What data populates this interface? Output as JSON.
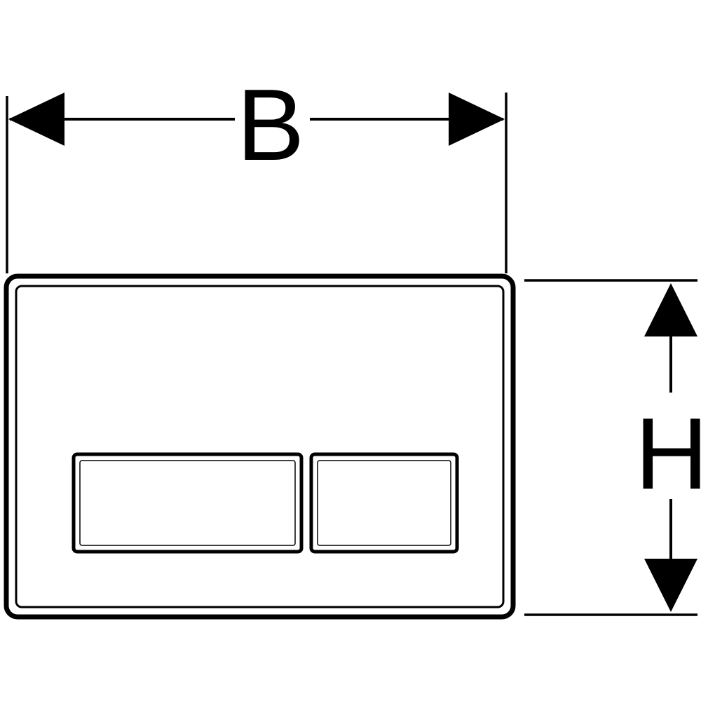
{
  "figure": {
    "type": "technical dimension drawing",
    "subject": "dual-flush actuator plate, front view, with width and height dimensions",
    "colors": {
      "line": "#000000",
      "background": "#ffffff"
    },
    "dimensions": {
      "width_label": "B",
      "height_label": "H"
    }
  }
}
